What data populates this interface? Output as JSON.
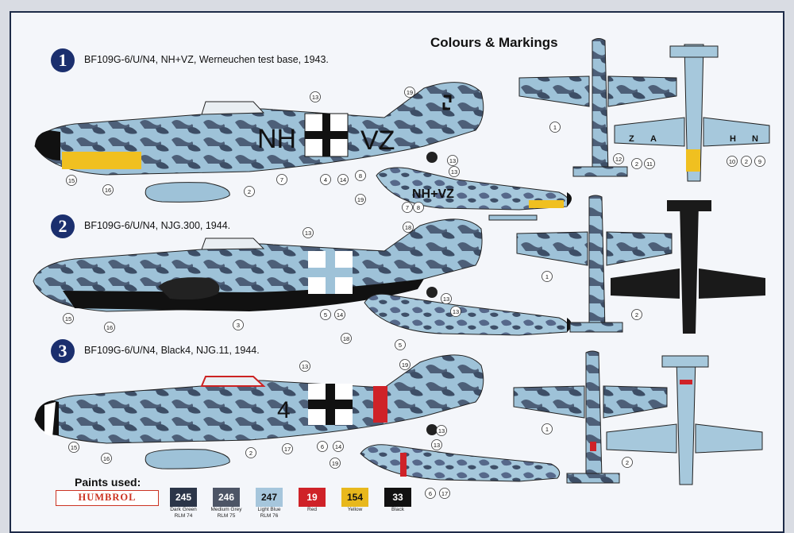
{
  "title": "Colours & Markings",
  "schemes": [
    {
      "number": "1",
      "caption": "BF109G-6/U/N4, NH+VZ, Werneuchen test base, 1943.",
      "code_left": "NH",
      "code_right": "VZ",
      "small_code": "NH+VZ",
      "wing_left": "Z",
      "wing_left2": "A",
      "wing_right": "H",
      "wing_right2": "N"
    },
    {
      "number": "2",
      "caption": "BF109G-6/U/N4, NJG.300, 1944."
    },
    {
      "number": "3",
      "caption": "BF109G-6/U/N4, Black4, NJG.11, 1944.",
      "fuselage_number": "4"
    }
  ],
  "callouts": [
    "1",
    "2",
    "3",
    "4",
    "5",
    "6",
    "7",
    "8",
    "9",
    "10",
    "11",
    "12",
    "13",
    "14",
    "15",
    "16",
    "17",
    "18",
    "19"
  ],
  "paints_label": "Paints used:",
  "brand": "HUMBROL",
  "paints": [
    {
      "code": "245",
      "color": "#2b3548",
      "name": "Dark Green",
      "rlm": "RLM 74"
    },
    {
      "code": "246",
      "color": "#4d5566",
      "name": "Medium Grey",
      "rlm": "RLM 75"
    },
    {
      "code": "247",
      "color": "#a6c6dc",
      "name": "Light Blue",
      "rlm": "RLM 76"
    },
    {
      "code": "19",
      "color": "#cf2228",
      "name": "Red",
      "rlm": ""
    },
    {
      "code": "154",
      "color": "#e8b81c",
      "name": "Yellow",
      "rlm": ""
    },
    {
      "code": "33",
      "color": "#111111",
      "name": "Black",
      "rlm": ""
    }
  ]
}
